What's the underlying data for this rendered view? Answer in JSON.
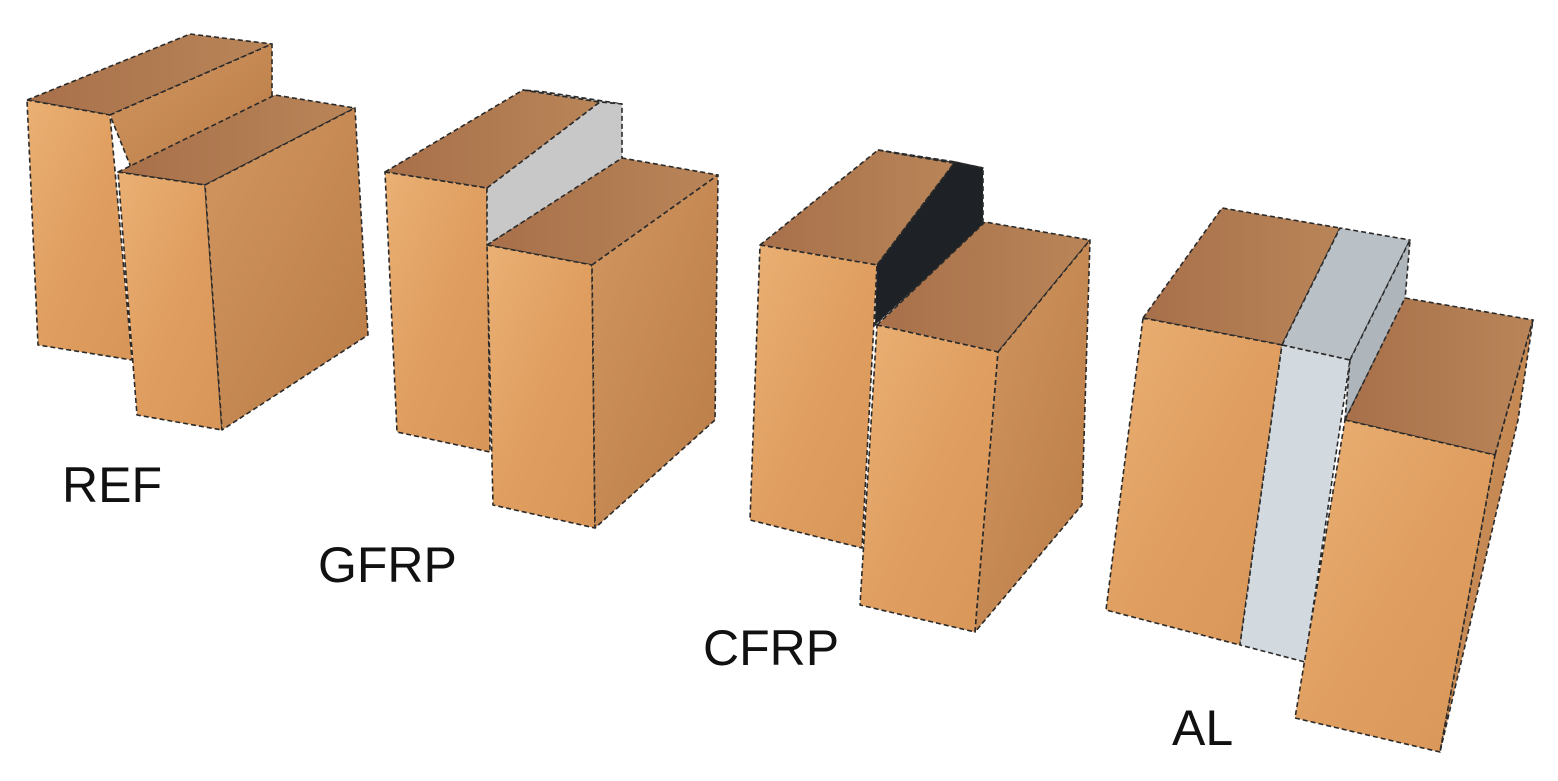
{
  "colors": {
    "wood_top": "#b07a4f",
    "wood_front": "#e6a86a",
    "wood_side": "#c98c56",
    "gfrp_layer": "#c8c8c8",
    "cfrp_layer": "#1e2226",
    "al_layer_front": "#d2d9df",
    "al_layer_top": "#b9c0c6"
  },
  "specimens": [
    {
      "id": "ref",
      "label": "REF",
      "interlayer": "none"
    },
    {
      "id": "gfrp",
      "label": "GFRP",
      "interlayer": "glass-fibre reinforced polymer"
    },
    {
      "id": "cfrp",
      "label": "CFRP",
      "interlayer": "carbon-fibre reinforced polymer"
    },
    {
      "id": "al",
      "label": "AL",
      "interlayer": "aluminium"
    }
  ]
}
